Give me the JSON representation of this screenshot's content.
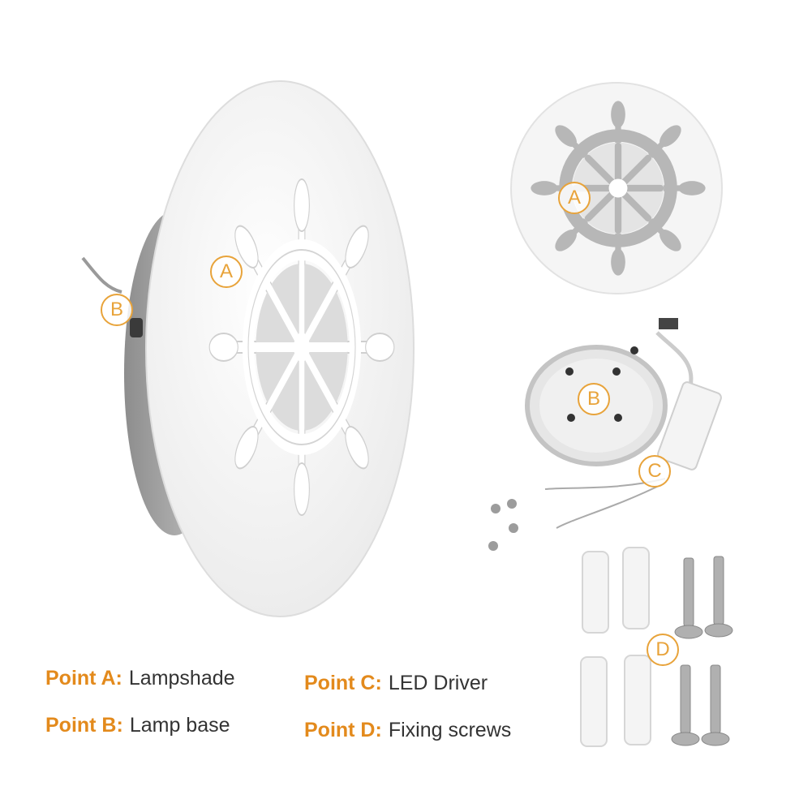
{
  "colors": {
    "accent": "#e8a33a",
    "legend_key": "#e38a1c",
    "legend_text": "#333333",
    "lamp_white": "#f7f7f7",
    "lamp_grey": "#b9b9b9"
  },
  "callouts": {
    "main_a": "A",
    "main_b": "B",
    "top_a": "A",
    "base_b": "B",
    "driver_c": "C",
    "screws_d": "D"
  },
  "legend": [
    {
      "key": "Point A:",
      "value": "Lampshade"
    },
    {
      "key": "Point B:",
      "value": "Lamp base"
    },
    {
      "key": "Point C:",
      "value": "LED Driver"
    },
    {
      "key": "Point D:",
      "value": "Fixing screws"
    }
  ]
}
